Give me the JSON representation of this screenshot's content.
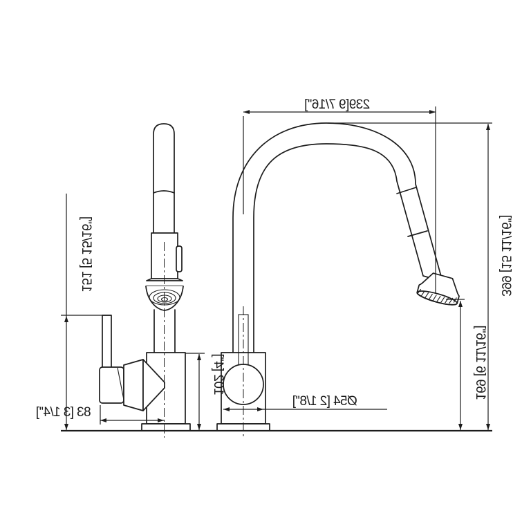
{
  "drawing": {
    "kind": "technical dimension drawing",
    "subject": "pull-down kitchen faucet, two side views",
    "ink_color": "#1c1c1c",
    "background_color": "#ffffff",
    "text_note": "all dimension labels appear mirrored (flipped) in the image"
  },
  "dimensions": {
    "spout_reach": "239[9 7/16'']",
    "overall_height": "399 [15 11/16'']",
    "outlet_height": "169 [6 11/16'']",
    "handle_top_height": "151 [5 15/16'']",
    "handle_offset": "83 [3 1/4'']",
    "body_height": "102 [4'']",
    "base_diameter": "Ø54 [2 1/8'']"
  }
}
